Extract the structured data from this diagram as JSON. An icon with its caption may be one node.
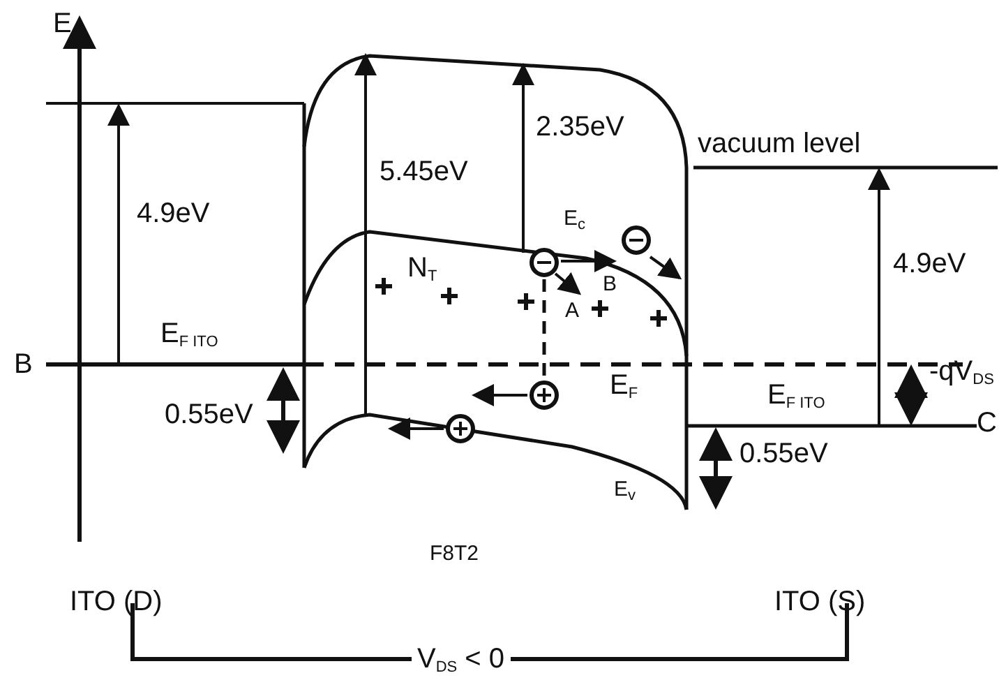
{
  "diagram": {
    "labels": [
      "E",
      "2.35eV",
      "5.45eV",
      "vacuum level",
      "4.9eV",
      "E$_{c}$",
      "N$_{T}$",
      "B",
      "A",
      "4.9eV",
      "B",
      "E$_{F ITO}$",
      "0.55eV",
      "E$_{F}$",
      "-qV$_{DS}$",
      "E$_{F ITO}$",
      "C",
      "E$_{v}$",
      "0.55eV",
      "F8T2",
      "ITO (D)",
      "ITO (S)",
      "V$_{DS}$ < 0"
    ]
  }
}
